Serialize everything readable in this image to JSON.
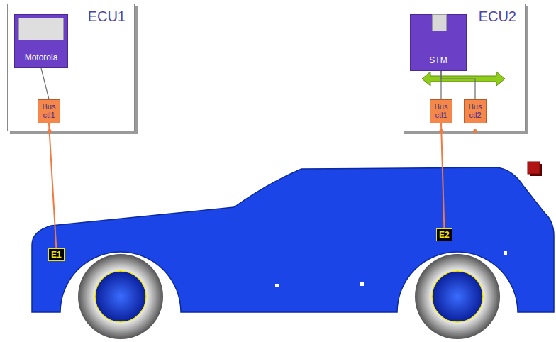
{
  "diagram": {
    "nodes": [
      {
        "text": [
          "ECU1"
        ]
      },
      {
        "text": [
          "Motorola"
        ],
        "in": 0
      },
      {
        "text": [
          "Bus ctl1"
        ],
        "in": 0
      },
      {
        "text": [
          "ECU2"
        ]
      },
      {
        "text": [
          "STM"
        ],
        "in": 3
      },
      {
        "text": [
          "Bus ctl1"
        ],
        "in": 3
      },
      {
        "text": [
          "Bus ctl2"
        ],
        "in": 3
      },
      {
        "text": [
          "E1"
        ]
      },
      {
        "text": [
          "E2"
        ]
      }
    ],
    "edges": [
      {
        "from": 1,
        "to": 2,
        "arrow": "none"
      },
      {
        "from": 2,
        "to": 7,
        "arrow": "none"
      },
      {
        "from": 4,
        "to": 5,
        "arrow": "none"
      },
      {
        "from": 4,
        "to": 6,
        "arrow": "none"
      },
      {
        "from": 5,
        "to": 8,
        "arrow": "none"
      }
    ]
  }
}
